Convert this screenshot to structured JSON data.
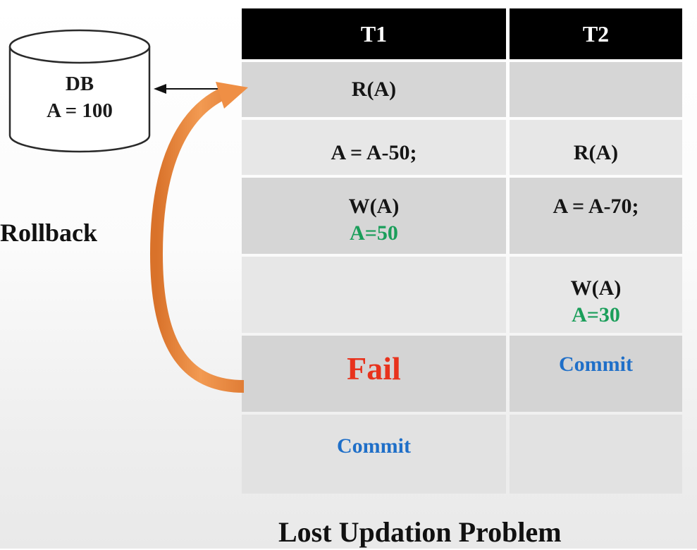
{
  "database": {
    "line1": "DB",
    "line2": "A = 100"
  },
  "rollback_label": "Rollback",
  "table": {
    "headers": [
      "T1",
      "T2"
    ],
    "rows": [
      {
        "t1": [
          "R(A)"
        ],
        "t2": []
      },
      {
        "t1": [
          "A = A-50;"
        ],
        "t2": [
          "R(A)"
        ]
      },
      {
        "t1": [
          "W(A)",
          "A=50"
        ],
        "t2": [
          "A = A-70;"
        ]
      },
      {
        "t1": [],
        "t2": [
          "W(A)",
          "A=30"
        ]
      },
      {
        "t1": [
          "Fail"
        ],
        "t2": [
          "Commit"
        ]
      },
      {
        "t1": [
          "Commit"
        ],
        "t2": []
      }
    ]
  },
  "caption": "Lost Updation Problem",
  "colors": {
    "header_bg": "#000000",
    "value_green": "#1a9e5a",
    "commit_blue": "#1f6fc8",
    "fail_red": "#e8321c",
    "rollback_arrow": "#e9873d",
    "row_dark": "#d6d6d6",
    "row_light": "#e6e6e6"
  }
}
